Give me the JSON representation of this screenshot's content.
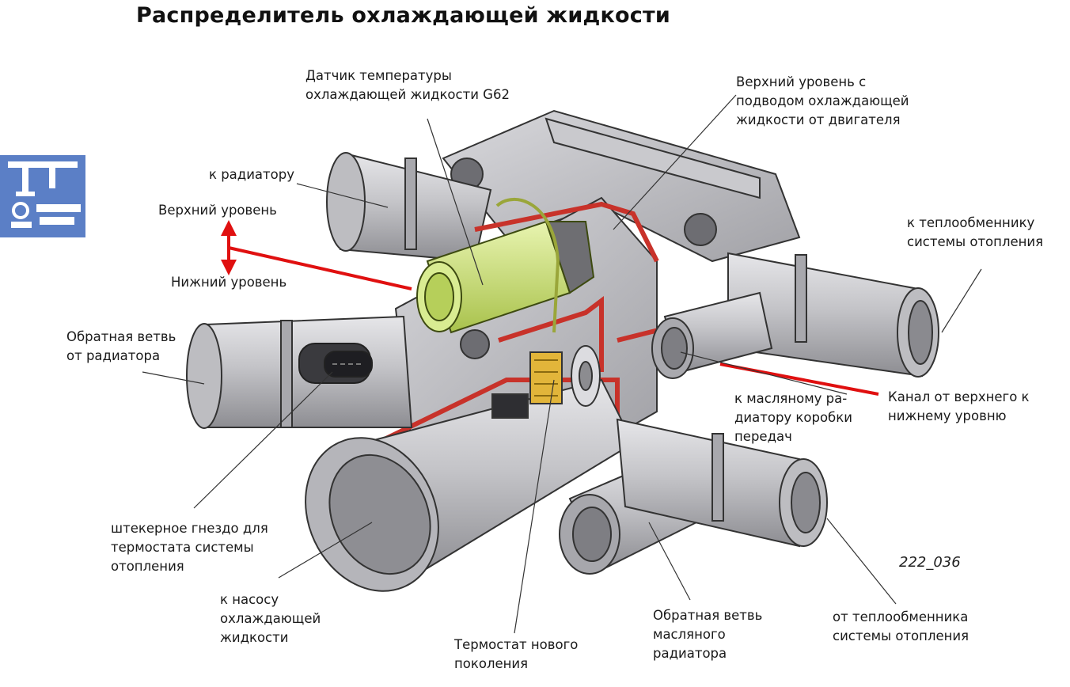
{
  "title": "Распределитель охлаждающей жидкости",
  "figure_ref": "222_036",
  "labels": {
    "sensor_g62": "Датчик температуры\nохлаждающей жидкости G62",
    "upper_level_supply": "Верхний уровень с\nподводом охлаждающей\nжидкости от двигателя",
    "to_radiator": "к радиатору",
    "upper_level": "Верхний уровень",
    "lower_level": "Нижний уровень",
    "to_heat_exchanger": "к теплообменнику\nсистемы отопления",
    "return_from_radiator": "Обратная ветвь\nот радиатора",
    "to_gearbox_oil_radiator": "к масляному ра-\nдиатору коробки\nпередач",
    "channel_upper_to_lower": "Канал от верхнего к\nнижнему уровню",
    "plug_socket_thermostat": "штекерное гнездо для\nтермостата системы\nотопления",
    "to_coolant_pump": "к насосу\nохлаждающей\nжидкости",
    "new_thermostat": "Термостат нового\nпоколения",
    "oil_radiator_return": "Обратная ветвь\nмасляного\nрадиатора",
    "from_heat_exchanger": "от теплообменника\nсистемы отопления"
  },
  "colors": {
    "body_gray": "#b9b9bd",
    "light_gray": "#d9d9dc",
    "dark_gray": "#8c8c90",
    "cut_red": "#c8322a",
    "sensor_green": "#cde67a",
    "accent_red_line": "#e01010",
    "logo_blue": "#5b7fc6"
  }
}
